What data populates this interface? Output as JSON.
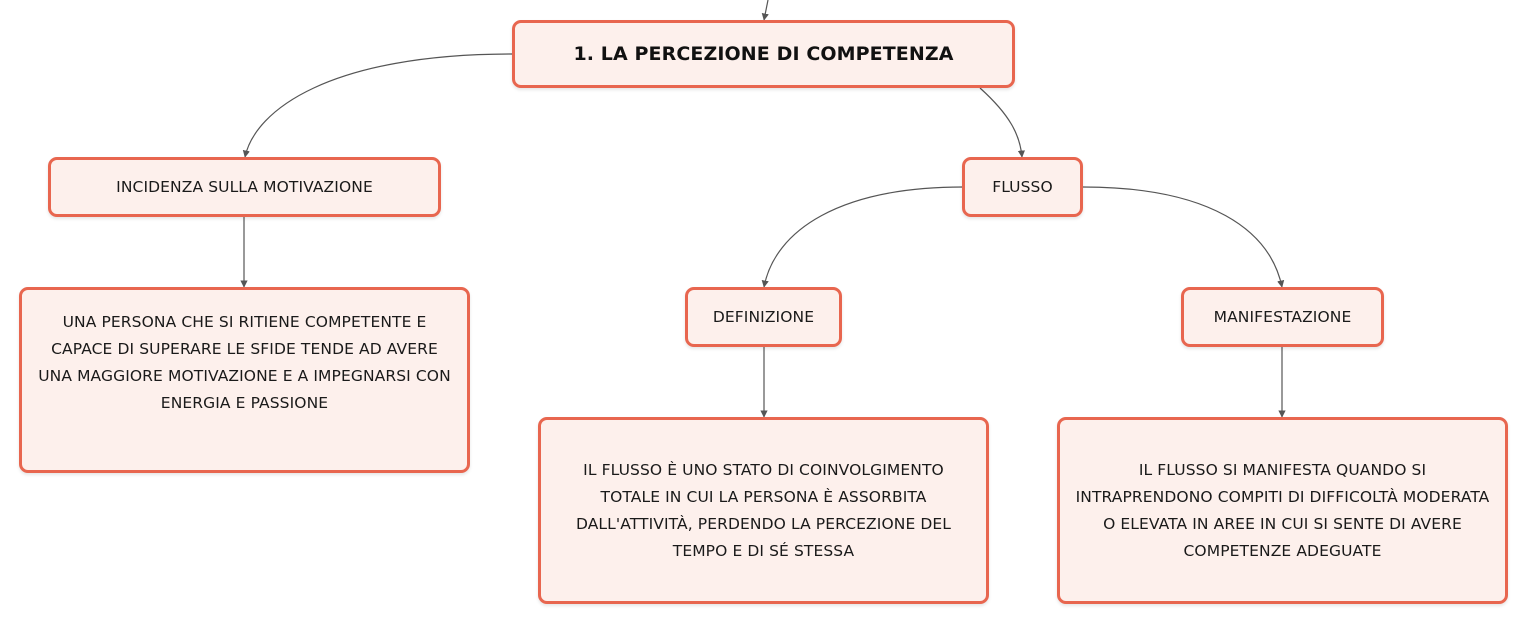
{
  "mindmap": {
    "root": {
      "label": "1. LA PERCEZIONE DI COMPETENZA"
    },
    "incidenza": {
      "label": "INCIDENZA SULLA MOTIVAZIONE",
      "detail": "UNA PERSONA CHE SI RITIENE COMPETENTE E CAPACE DI SUPERARE LE SFIDE TENDE AD AVERE UNA MAGGIORE MOTIVAZIONE E A IMPEGNARSI CON ENERGIA E PASSIONE"
    },
    "flusso": {
      "label": "FLUSSO",
      "definizione": {
        "label": "DEFINIZIONE",
        "detail": "IL FLUSSO È UNO STATO DI COINVOLGIMENTO TOTALE IN CUI LA PERSONA È ASSORBITA DALL'ATTIVITÀ, PERDENDO LA PERCEZIONE DEL TEMPO E DI SÉ STESSA"
      },
      "manifestazione": {
        "label": "MANIFESTAZIONE",
        "detail": "IL FLUSSO SI MANIFESTA QUANDO SI INTRAPRENDONO COMPITI DI DIFFICOLTÀ MODERATA O ELEVATA IN AREE IN CUI SI SENTE DI AVERE COMPETENZE ADEGUATE"
      }
    },
    "colors": {
      "border": "#e8664f",
      "fill": "#fdf0ec",
      "connector": "#555555"
    }
  }
}
